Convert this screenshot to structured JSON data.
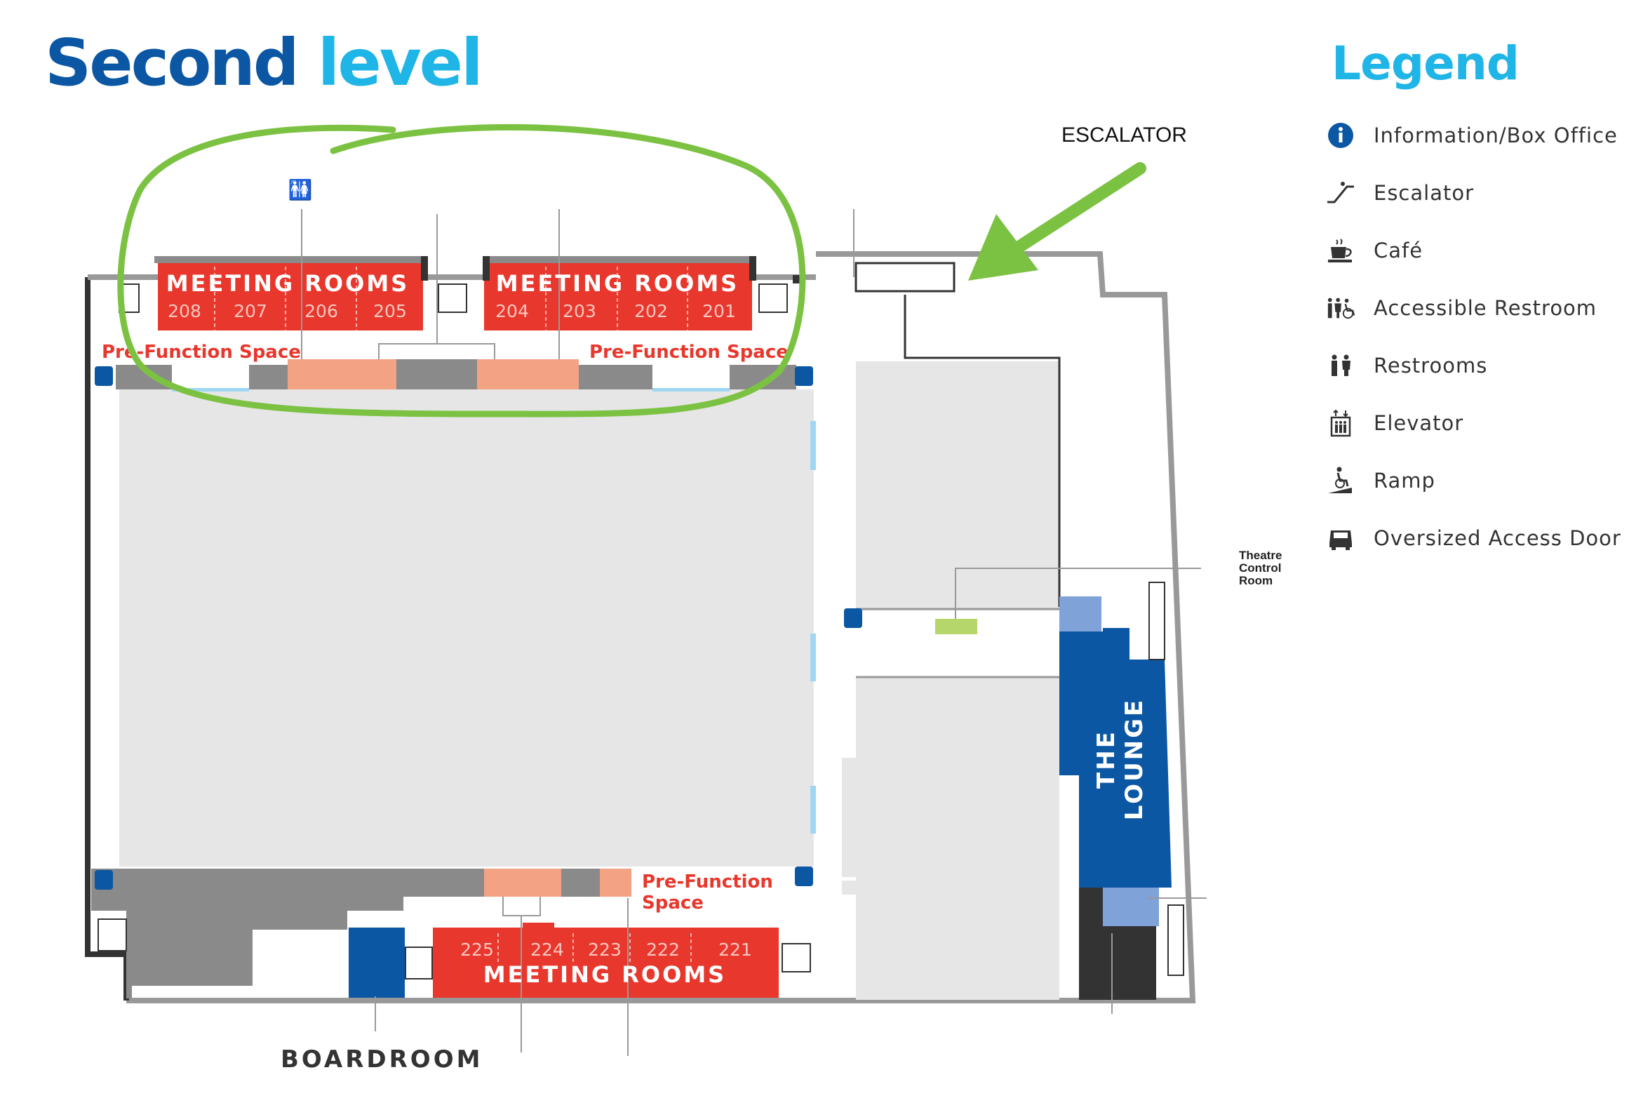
{
  "title": {
    "word1": "Second",
    "word2": "level"
  },
  "legend": {
    "title": "Legend",
    "items": [
      {
        "icon": "info-icon",
        "label": "Information/Box Office"
      },
      {
        "icon": "escalator-icon",
        "label": "Escalator"
      },
      {
        "icon": "cafe-icon",
        "label": "Café"
      },
      {
        "icon": "accessible-restroom-icon",
        "label": "Accessible Restroom"
      },
      {
        "icon": "restroom-icon",
        "label": "Restrooms"
      },
      {
        "icon": "elevator-icon",
        "label": "Elevator"
      },
      {
        "icon": "ramp-icon",
        "label": "Ramp"
      },
      {
        "icon": "oversized-door-icon",
        "label": "Oversized Access Door"
      }
    ]
  },
  "annotation": {
    "arrow_label": "ESCALATOR",
    "highlight_color": "#7cc242"
  },
  "map": {
    "meeting_rooms_label": "MEETING ROOMS",
    "prefunction_label": "Pre-Function Space",
    "prefunction_bottom_line1": "Pre-Function",
    "prefunction_bottom_line2": "Space",
    "rooms_group_a": [
      "208",
      "207",
      "206",
      "205"
    ],
    "rooms_group_b": [
      "204",
      "203",
      "202",
      "201"
    ],
    "rooms_group_c": [
      "225",
      "224",
      "223",
      "222",
      "221"
    ],
    "lounge_line1": "THE",
    "lounge_line2": "LOUNGE",
    "boardroom": "BOARDROOM",
    "theatre_control_room": [
      "Theatre",
      "Control",
      "Room"
    ]
  },
  "colors": {
    "title_dark": "#0b57a4",
    "title_light": "#1fb5e6",
    "meeting_room_red": "#e8372c",
    "prefunction_salmon": "#f3a283",
    "lounge_blue": "#0b57a4",
    "hall_gray": "#e6e6e6",
    "wall_gray": "#8a8a8a",
    "green_annotation": "#7cc242"
  }
}
